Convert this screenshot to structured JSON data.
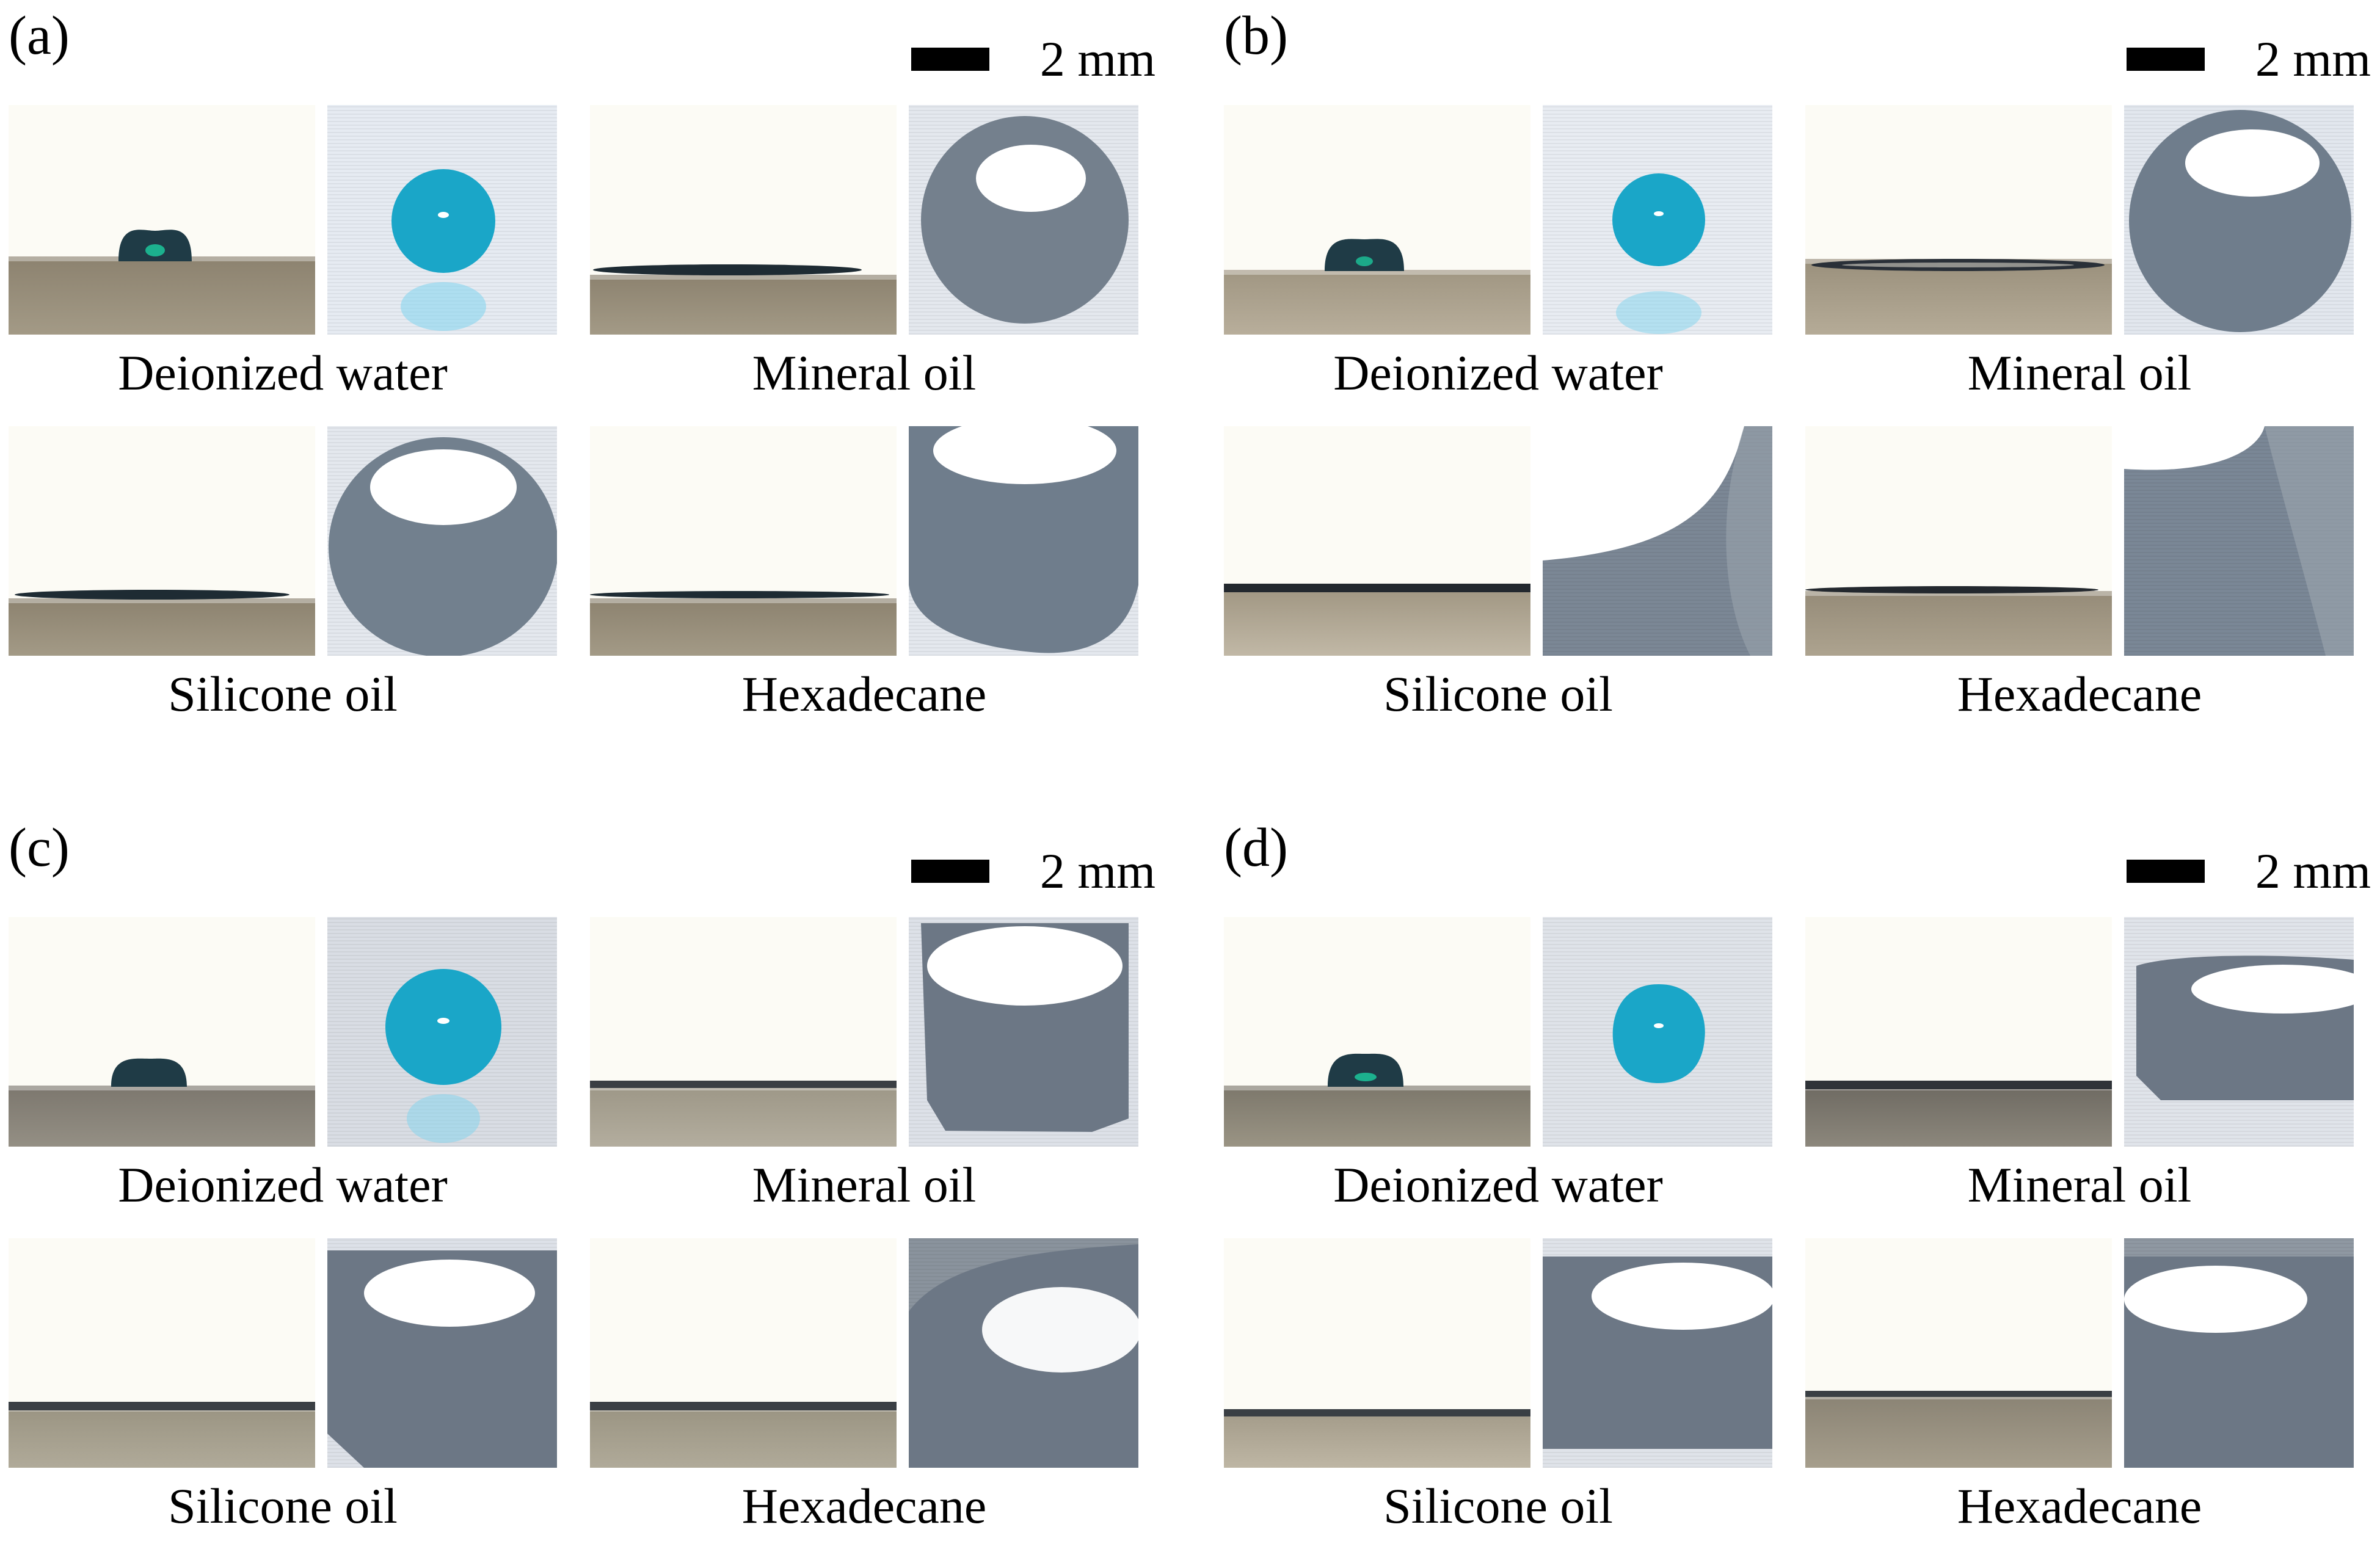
{
  "scale_bar_text": "2 mm",
  "panels": [
    {
      "label": "(a)",
      "captions": [
        "Deionized water",
        "Mineral oil",
        "Silicone oil",
        "Hexadecane"
      ]
    },
    {
      "label": "(b)",
      "captions": [
        "Deionized water",
        "Mineral oil",
        "Silicone oil",
        "Hexadecane"
      ]
    },
    {
      "label": "(c)",
      "captions": [
        "Deionized water",
        "Mineral oil",
        "Silicone oil",
        "Hexadecane"
      ]
    },
    {
      "label": "(d)",
      "captions": [
        "Deionized water",
        "Mineral oil",
        "Silicone oil",
        "Hexadecane"
      ]
    }
  ],
  "colors": {
    "water_drop_side": "#1f3b46",
    "water_drop_top": "#1aa6c8",
    "oil_drop_top": "#78818f",
    "surface_top": "#e7ecf3",
    "substrate": "#958b78",
    "background": "#fcfbf5"
  }
}
